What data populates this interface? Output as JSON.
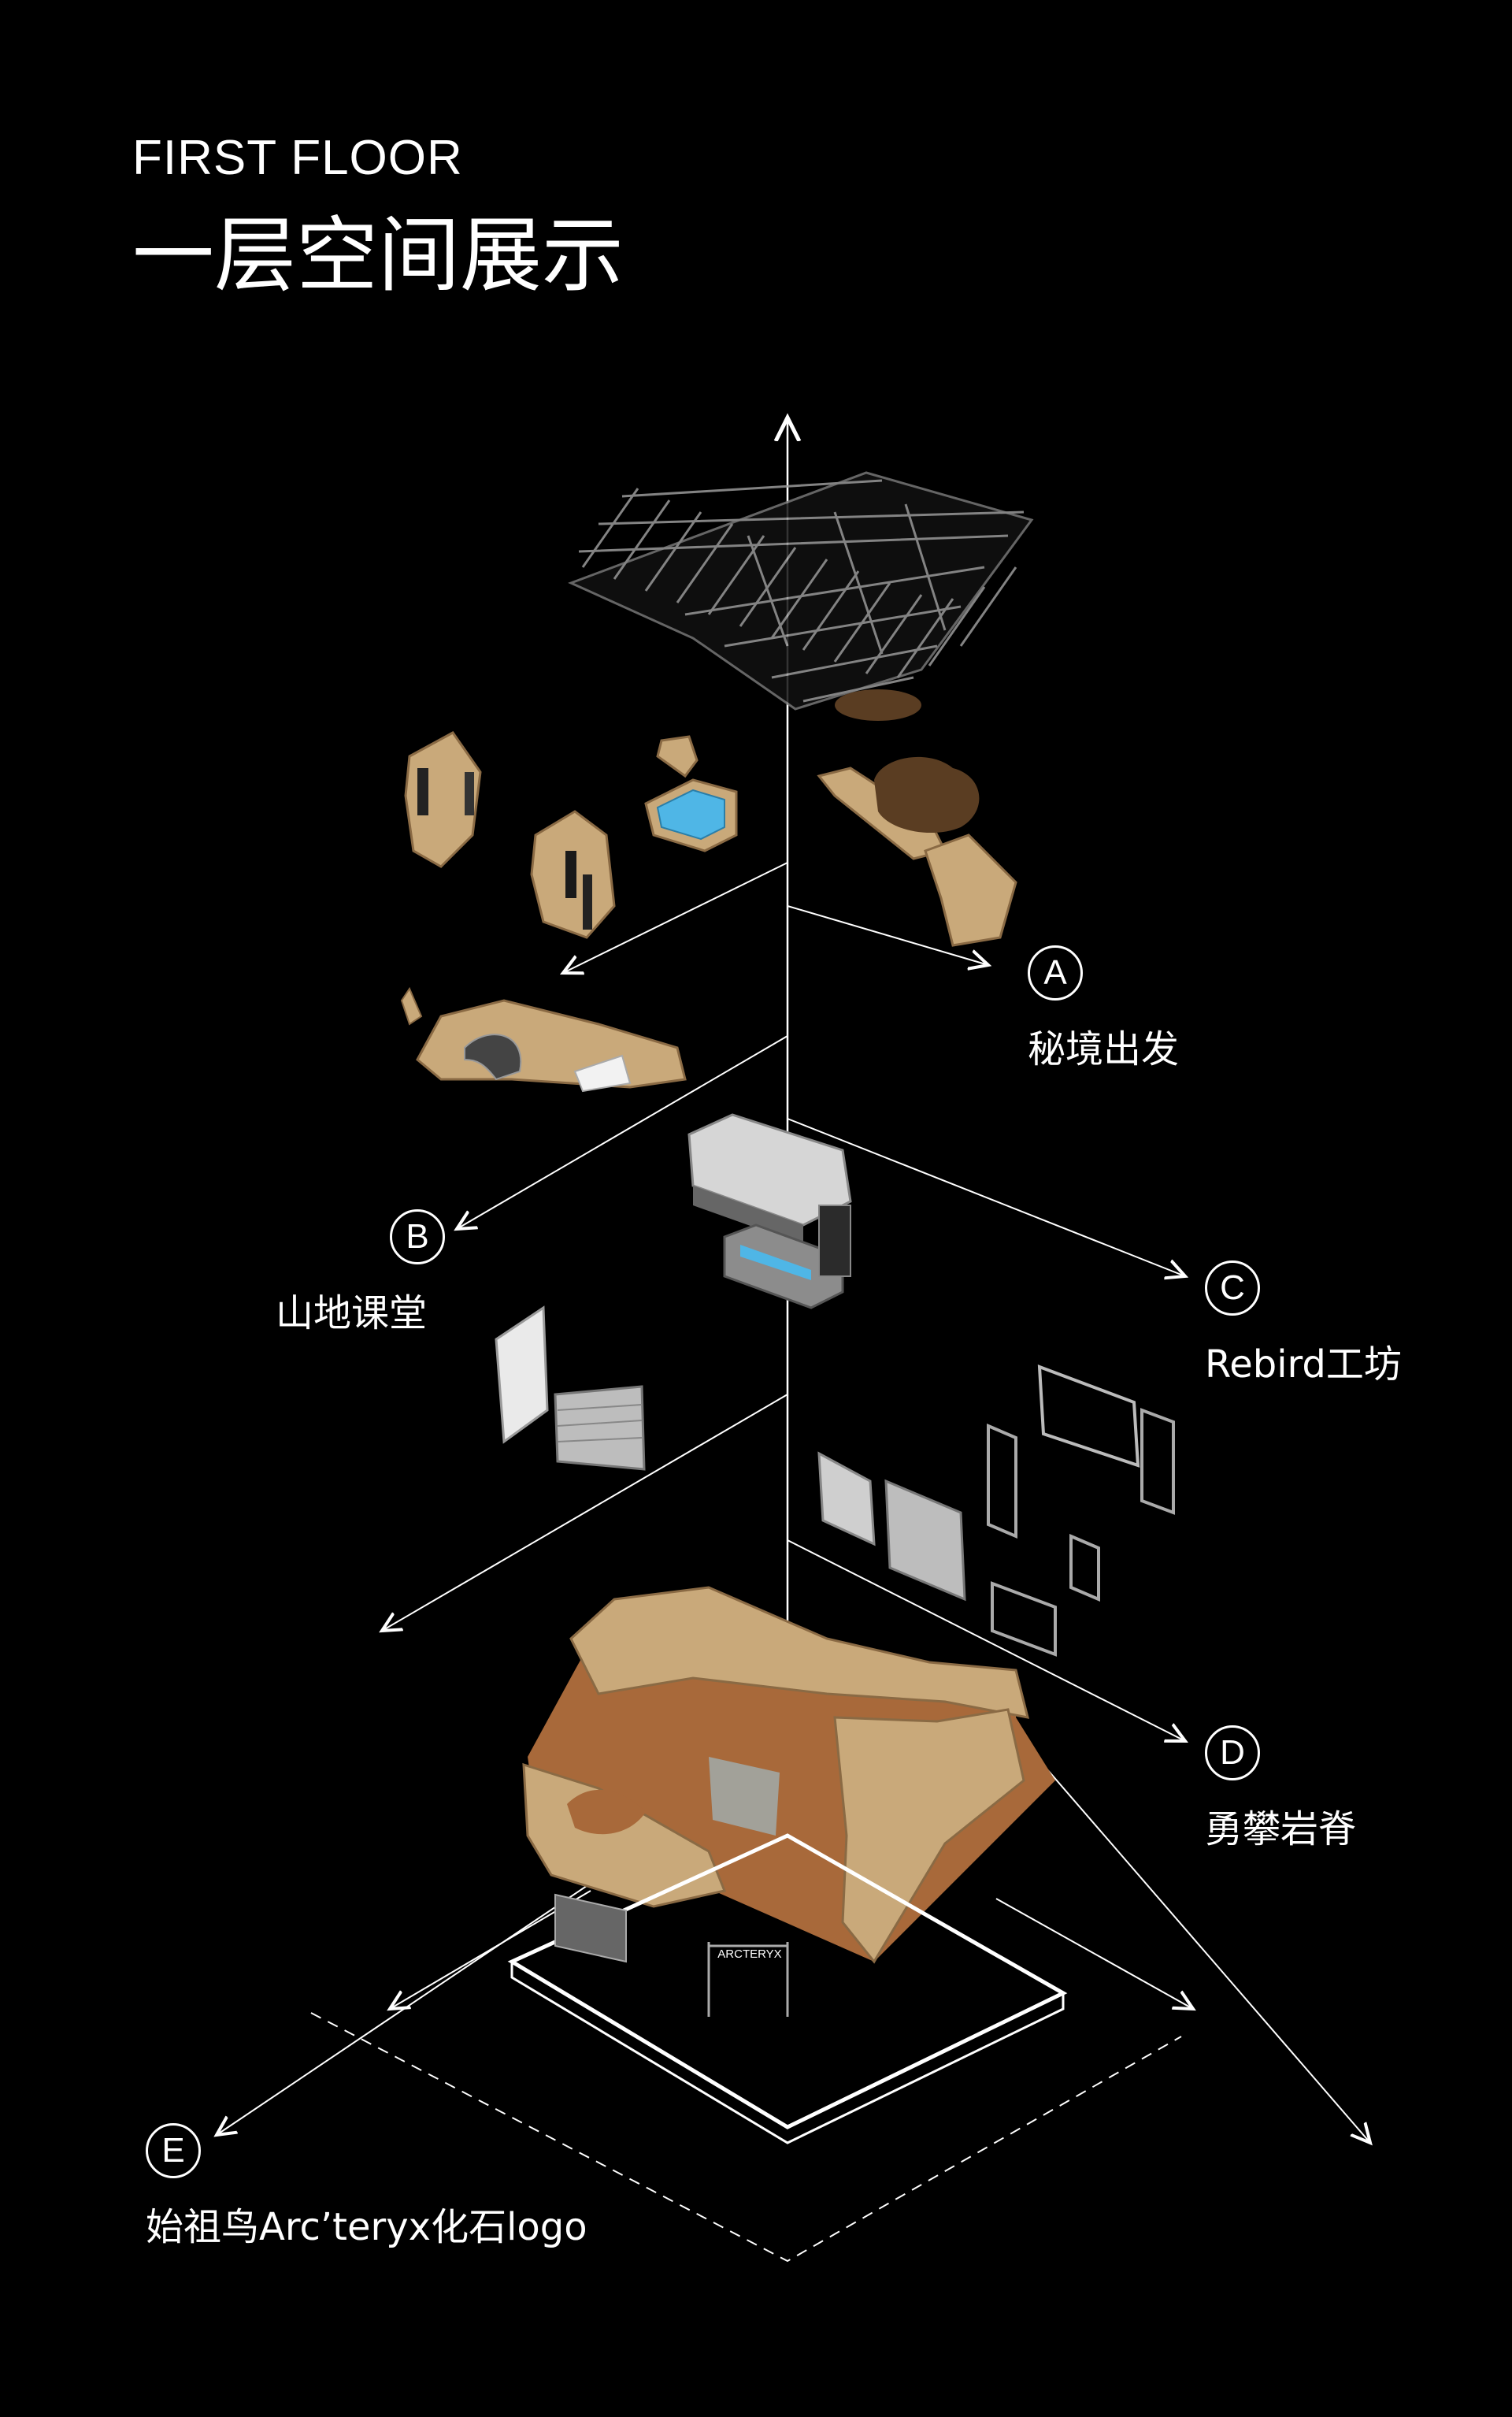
{
  "header": {
    "title_en": "FIRST FLOOR",
    "title_zh": "一层空间展示"
  },
  "labels": [
    {
      "key": "A",
      "name": "秘境出发"
    },
    {
      "key": "B",
      "name": "山地课堂"
    },
    {
      "key": "C",
      "name": "Rebird工坊"
    },
    {
      "key": "D",
      "name": "勇攀岩脊"
    },
    {
      "key": "E",
      "name": "始祖鸟Arc’teryx化石logo"
    }
  ],
  "logo_text": "ARCTERYX",
  "colors": {
    "background": "#000000",
    "line": "#ffffff",
    "rock": "#c9a97a",
    "rock_dark": "#8a6a44",
    "floor": "#a8693a",
    "glass": "#4fb6e6",
    "metal": "#bdbdbd"
  }
}
